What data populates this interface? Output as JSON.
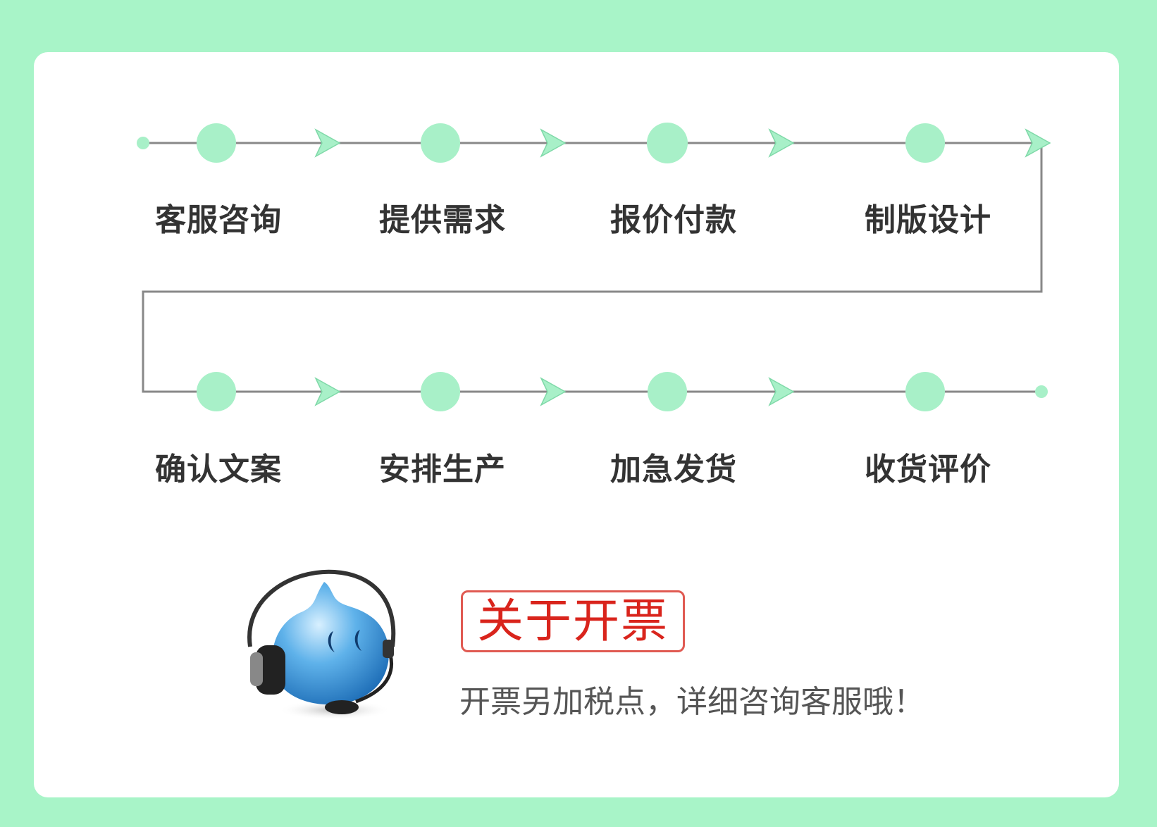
{
  "colors": {
    "background": "#a8f4c8",
    "card": "#ffffff",
    "node": "#a8f0c8",
    "line": "#888888",
    "arrow": "#a8f0c8",
    "label": "#333333",
    "invoice_title": "#d9241c",
    "invoice_border": "#e05a52",
    "note": "#555555"
  },
  "process": {
    "row1": [
      {
        "label": "客服咨询"
      },
      {
        "label": "提供需求"
      },
      {
        "label": "报价付款"
      },
      {
        "label": "制版设计"
      }
    ],
    "row2": [
      {
        "label": "确认文案"
      },
      {
        "label": "安排生产"
      },
      {
        "label": "加急发货"
      },
      {
        "label": "收货评价"
      }
    ]
  },
  "invoice": {
    "title": "关于开票",
    "note": "开票另加税点，详细咨询客服哦！"
  },
  "icons": {
    "mascot": "customer-service-headset-mascot-icon",
    "node": "circle-node-icon",
    "arrow": "chevron-arrow-icon"
  }
}
